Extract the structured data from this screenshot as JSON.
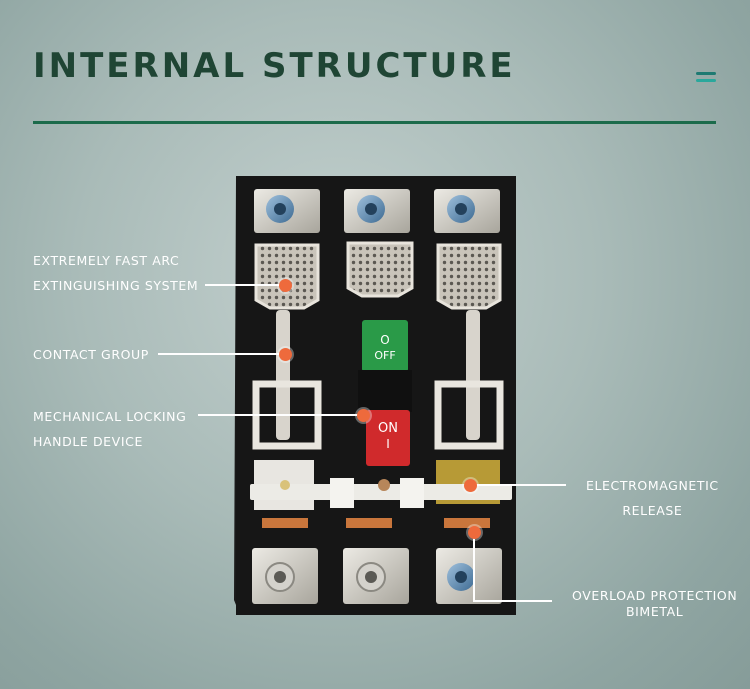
{
  "header": {
    "title": "INTERNAL STRUCTURE",
    "menu_icon": "hamburger-menu-icon"
  },
  "colors": {
    "accent": "#1c6b4b",
    "title": "#1f4534",
    "marker": "#ee6a3c",
    "on_button": "#d02a2c",
    "off_button": "#2a9a48"
  },
  "breaker": {
    "off_symbol": "O",
    "off_label": "OFF",
    "on_label": "ON",
    "on_symbol": "I"
  },
  "callouts": {
    "arc_line1": "EXTREMELY FAST ARC",
    "arc_line2": "EXTINGUISHING SYSTEM",
    "contact": "CONTACT GROUP",
    "locking_line1": "MECHANICAL LOCKING",
    "locking_line2": "HANDLE DEVICE",
    "em_line1": "ELECTROMAGNETIC",
    "em_line2": "RELEASE",
    "overload_line1": "OVERLOAD PROTECTION",
    "overload_line2": "BIMETAL"
  }
}
